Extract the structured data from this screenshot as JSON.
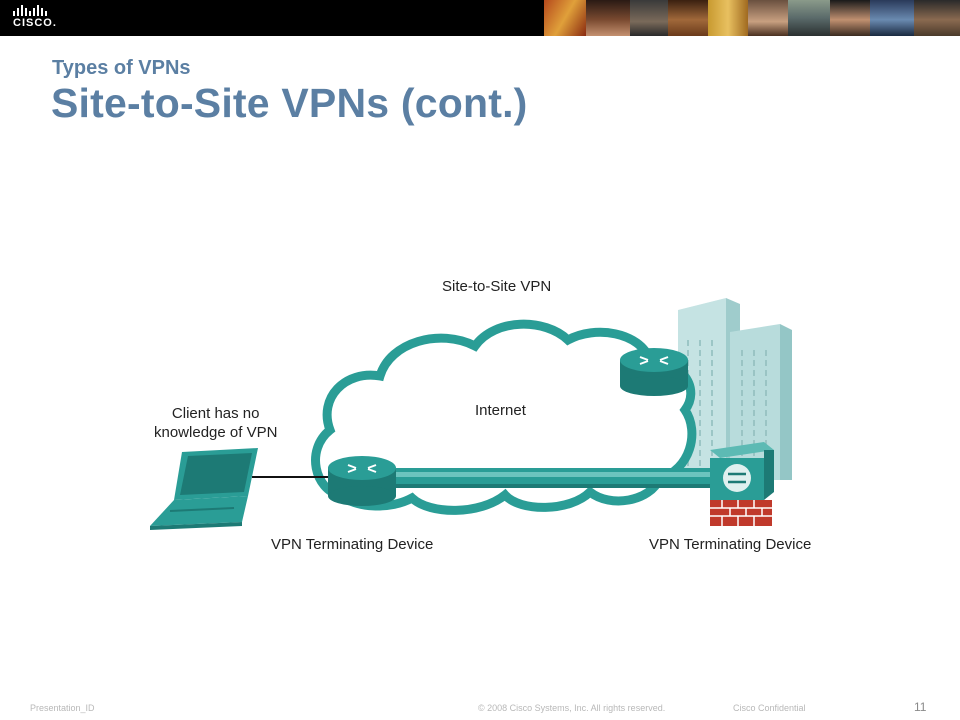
{
  "header": {
    "logo_text": "CISCO."
  },
  "slide": {
    "subtitle": "Types of VPNs",
    "title": "Site-to-Site VPNs (cont.)"
  },
  "diagram": {
    "cloud_label": "Site-to-Site VPN",
    "internet_label": "Internet",
    "client_label_line1": "Client has no",
    "client_label_line2": "knowledge of VPN",
    "left_device_label": "VPN Terminating Device",
    "right_device_label": "VPN Terminating Device",
    "colors": {
      "teal": "#2a9d96",
      "teal_dark": "#1d7a75",
      "building": "#b8dcdc",
      "brick": "#c0392b"
    },
    "icons": [
      "laptop-icon",
      "router-icon",
      "router-icon",
      "firewall-icon",
      "building-icon",
      "cloud-icon"
    ]
  },
  "footer": {
    "presentation_id": "Presentation_ID",
    "copyright": "© 2008 Cisco Systems, Inc. All rights reserved.",
    "confidential": "Cisco Confidential",
    "page_number": "11"
  }
}
